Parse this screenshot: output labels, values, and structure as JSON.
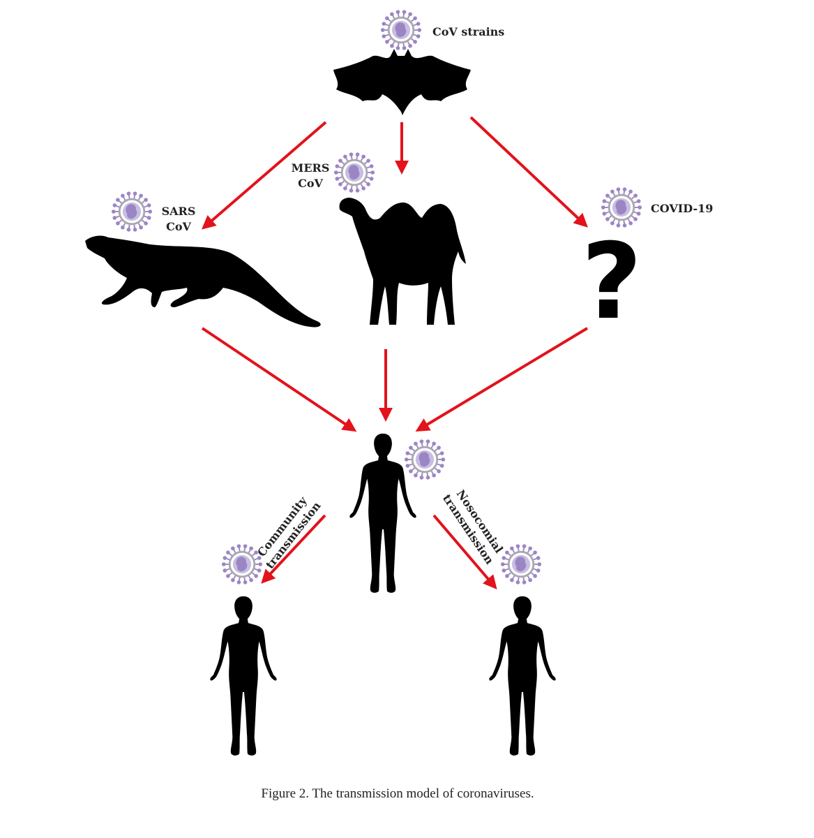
{
  "labels": {
    "cov_strains": "CoV strains",
    "mers_line1": "MERS",
    "mers_line2": "CoV",
    "sars_line1": "SARS",
    "sars_line2": "CoV",
    "covid": "COVID-19",
    "question_mark": "?",
    "community_line1": "Community",
    "community_line2": "transmission",
    "nosocomial_line1": "Nosocomial",
    "nosocomial_line2": "transmission"
  },
  "caption": "Figure 2. The transmission model of coronaviruses.",
  "colors": {
    "arrow": "#e3121b",
    "virus": "#9b86c4",
    "virus_light": "#c9bde3",
    "silhouette": "#000000"
  }
}
